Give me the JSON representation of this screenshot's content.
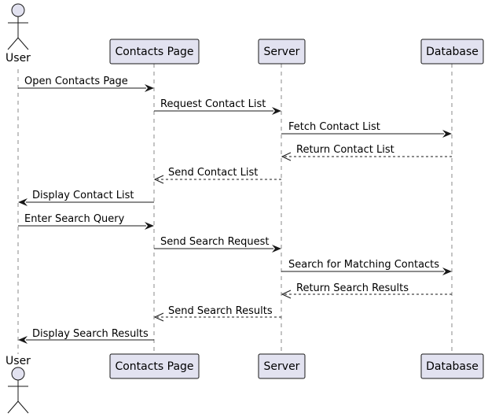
{
  "participants": [
    {
      "id": "user",
      "type": "actor",
      "label": "User"
    },
    {
      "id": "contacts",
      "type": "participant",
      "label": "Contacts Page"
    },
    {
      "id": "server",
      "type": "participant",
      "label": "Server"
    },
    {
      "id": "database",
      "type": "participant",
      "label": "Database"
    }
  ],
  "messages": [
    {
      "from": "user",
      "to": "contacts",
      "label": "Open Contacts Page",
      "style": "solid"
    },
    {
      "from": "contacts",
      "to": "server",
      "label": "Request Contact List",
      "style": "solid"
    },
    {
      "from": "server",
      "to": "database",
      "label": "Fetch Contact List",
      "style": "solid"
    },
    {
      "from": "database",
      "to": "server",
      "label": "Return Contact List",
      "style": "dashed"
    },
    {
      "from": "server",
      "to": "contacts",
      "label": "Send Contact List",
      "style": "dashed"
    },
    {
      "from": "contacts",
      "to": "user",
      "label": "Display Contact List",
      "style": "solid"
    },
    {
      "from": "user",
      "to": "contacts",
      "label": "Enter Search Query",
      "style": "solid"
    },
    {
      "from": "contacts",
      "to": "server",
      "label": "Send Search Request",
      "style": "solid"
    },
    {
      "from": "server",
      "to": "database",
      "label": "Search for Matching Contacts",
      "style": "solid"
    },
    {
      "from": "database",
      "to": "server",
      "label": "Return Search Results",
      "style": "dashed"
    },
    {
      "from": "server",
      "to": "contacts",
      "label": "Send Search Results",
      "style": "dashed"
    },
    {
      "from": "contacts",
      "to": "user",
      "label": "Display Search Results",
      "style": "solid"
    }
  ],
  "colors": {
    "participant_fill": "#e2e2f0",
    "border": "#181818",
    "lifeline": "#888888"
  }
}
